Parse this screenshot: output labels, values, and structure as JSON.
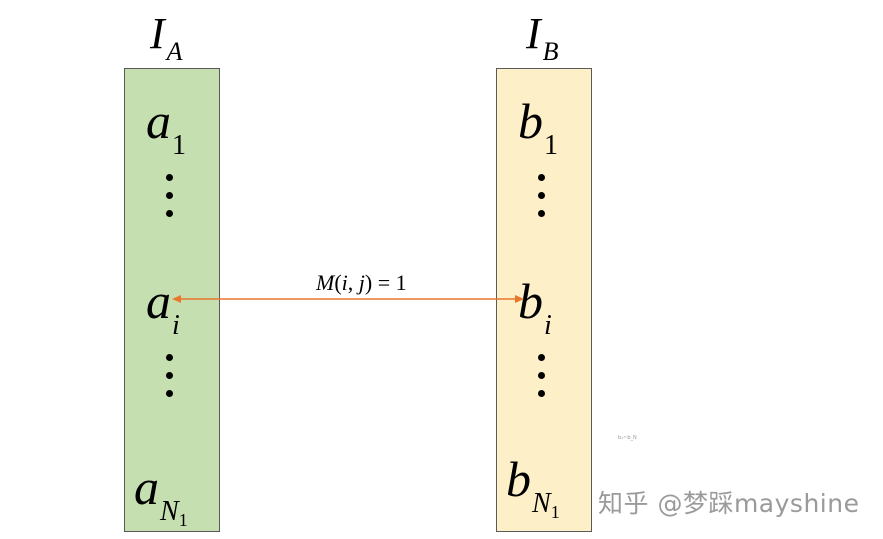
{
  "colors": {
    "box_a_fill": "#c6dfb1",
    "box_b_fill": "#fdf0c8",
    "box_border": "#5a5a5a",
    "arrow": "#e8772e",
    "watermark": "#9a9a9a"
  },
  "column_a": {
    "title_main": "I",
    "title_sub": "A",
    "top": {
      "letter": "a",
      "sub": "1"
    },
    "middle": {
      "letter": "a",
      "sub": "i"
    },
    "bottom": {
      "letter": "a",
      "sub": "N",
      "subsub": "1"
    }
  },
  "column_b": {
    "title_main": "I",
    "title_sub": "B",
    "top": {
      "letter": "b",
      "sub": "1"
    },
    "middle": {
      "letter": "b",
      "sub": "i"
    },
    "bottom": {
      "letter": "b",
      "sub": "N",
      "subsub": "1"
    }
  },
  "match": {
    "func": "M",
    "open": "(",
    "i": "i",
    "comma": ", ",
    "j": "j",
    "close": ")",
    "equals": " = ",
    "value": "1"
  },
  "tiny_note": "b₁~b_N",
  "watermark": "知乎 @梦踩mayshine"
}
